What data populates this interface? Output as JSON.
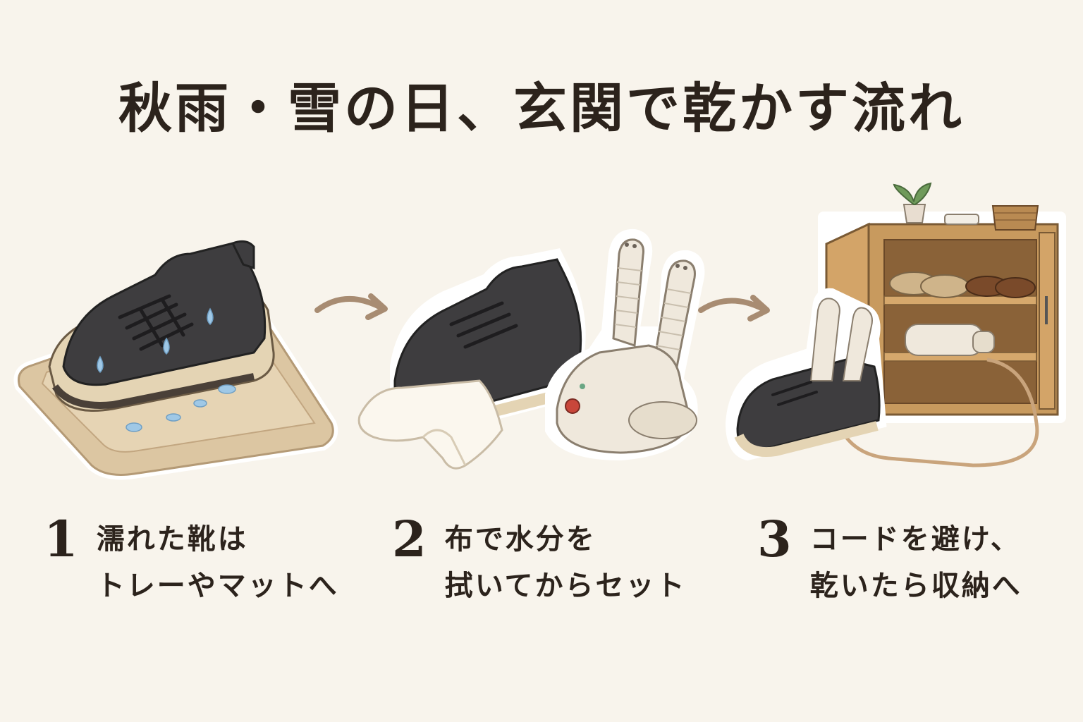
{
  "title": "秋雨・雪の日、玄関で乾かす流れ",
  "steps": [
    {
      "number": "1",
      "line1": "濡れた靴は",
      "line2": "トレーやマットへ"
    },
    {
      "number": "2",
      "line1": "布で水分を",
      "line2": "拭いてからセット"
    },
    {
      "number": "3",
      "line1": "コードを避け、",
      "line2": "乾いたら収納へ"
    }
  ],
  "icons": [
    "wet-shoe-on-tray-icon",
    "arrow-right-icon",
    "towel-icon",
    "shoe-icon",
    "shoe-dryer-icon",
    "arrow-right-icon",
    "shoe-cabinet-icon",
    "plant-icon",
    "basket-icon",
    "power-cord-icon"
  ],
  "colors": {
    "background": "#f8f4ec",
    "text": "#2c231c",
    "arrow": "#a88c72",
    "shoe": "#3e3d3f",
    "sole": "#e4d4b4",
    "tray": "#dcc6a2",
    "water": "#9fc8e6",
    "dryer": "#efe8dc",
    "wood": "#c89a5e"
  }
}
